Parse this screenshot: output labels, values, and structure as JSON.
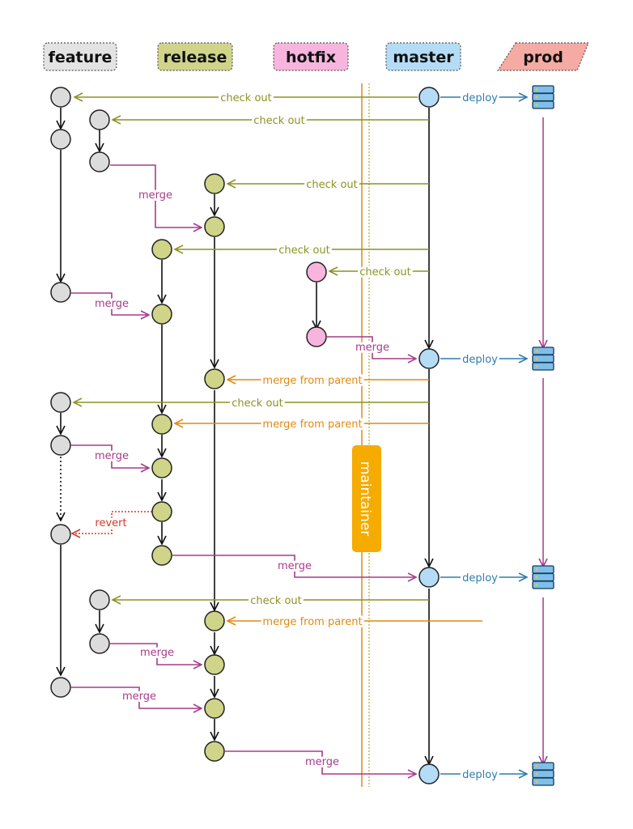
{
  "lanes": [
    {
      "key": "feature",
      "label": "feature",
      "fill": "#e3e3e3",
      "shape": "rect"
    },
    {
      "key": "release",
      "label": "release",
      "fill": "#cfd489",
      "shape": "rect"
    },
    {
      "key": "hotfix",
      "label": "hotfix",
      "fill": "#f7b5dd",
      "shape": "rect"
    },
    {
      "key": "master",
      "label": "master",
      "fill": "#b4dcf7",
      "shape": "rect"
    },
    {
      "key": "prod",
      "label": "prod",
      "fill": "#f5aaa4",
      "shape": "parallelogram"
    }
  ],
  "colors": {
    "checkout": "#8a9424",
    "merge": "#a63c8c",
    "parent": "#e08a12",
    "deploy": "#2f7cae",
    "revert": "#d13a27",
    "prodline": "#a63c8c",
    "maintainer": "#f5ab00"
  },
  "node_fills": {
    "feature": "#dcdcdc",
    "release": "#cfd489",
    "hotfix": "#f7b5dd",
    "master": "#b4dcf7"
  },
  "labels": {
    "check_out": "check out",
    "merge": "merge",
    "merge_from_parent": "merge from parent",
    "deploy": "deploy",
    "revert": "revert",
    "maintainer": "maintainer"
  },
  "server_icon": "server-stack-icon"
}
